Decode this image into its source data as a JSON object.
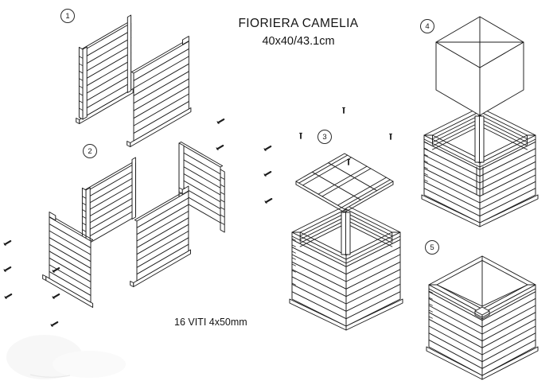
{
  "header": {
    "title": "FIORIERA CAMELIA",
    "subtitle": "40x40/43.1cm"
  },
  "notes": {
    "hardware": "16 VITI 4x50mm"
  },
  "steps": [
    {
      "number": "1"
    },
    {
      "number": "2"
    },
    {
      "number": "3"
    },
    {
      "number": "4"
    },
    {
      "number": "5"
    }
  ],
  "icons": {
    "screw": "screw-icon"
  },
  "colors": {
    "line": "#1c1c1c",
    "background": "#ffffff",
    "watermark": "#f7f7f7"
  }
}
